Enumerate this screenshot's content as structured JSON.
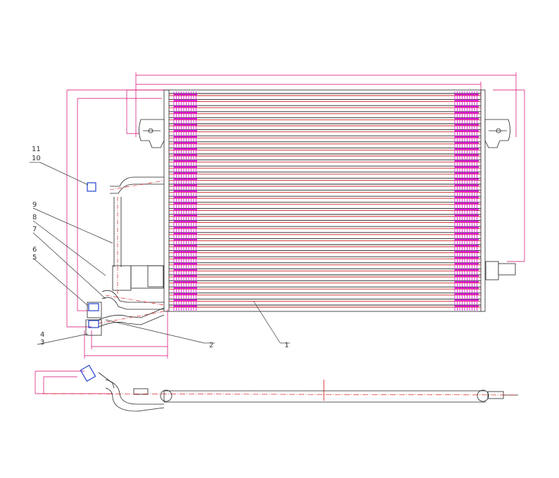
{
  "callouts": {
    "n1": "1",
    "n2": "2",
    "n3": "3",
    "n4": "4",
    "n5": "5",
    "n6": "6",
    "n7": "7",
    "n8": "8",
    "n9": "9",
    "n10": "10",
    "n11": "11"
  },
  "colors": {
    "outline": "#222222",
    "tube": "#cc2222",
    "fin": "#e000e0",
    "dimension": "#d4006e",
    "connector": "#2244cc",
    "centerline": "#d40000"
  },
  "icons": {
    "fitting": "blue-fitting-icon"
  }
}
